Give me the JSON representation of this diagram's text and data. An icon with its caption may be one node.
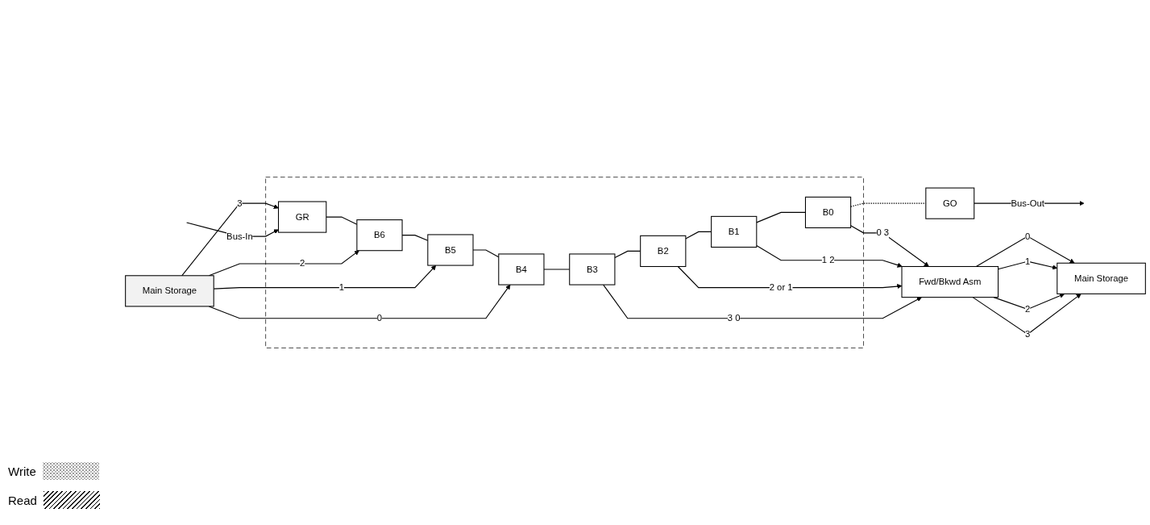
{
  "diagram": {
    "nodes": [
      {
        "text": [
          "Main Storage"
        ]
      },
      {
        "text": [],
        "shape": "box"
      },
      {
        "text": [
          "GR"
        ],
        "in": 1
      },
      {
        "text": [
          "B6"
        ],
        "in": 1
      },
      {
        "text": [
          "B5"
        ],
        "in": 1
      },
      {
        "text": [
          "B4"
        ],
        "in": 1
      },
      {
        "text": [
          "B3"
        ],
        "in": 1
      },
      {
        "text": [
          "B2"
        ],
        "in": 1
      },
      {
        "text": [
          "B1"
        ],
        "in": 1
      },
      {
        "text": [
          "B0"
        ],
        "in": 1
      },
      {
        "text": [
          "GO"
        ]
      },
      {
        "text": [
          "Fwd/Bkwd Asm"
        ]
      },
      {
        "text": [
          "Main Storage"
        ]
      }
    ],
    "edges": [
      {
        "from": null,
        "to": 2,
        "arrow": "to",
        "label": "Bus-In"
      },
      {
        "from": 0,
        "to": 2,
        "arrow": "to",
        "label": "3"
      },
      {
        "from": 0,
        "to": 3,
        "arrow": "to",
        "label": "2"
      },
      {
        "from": 0,
        "to": 4,
        "arrow": "to",
        "label": "1"
      },
      {
        "from": 0,
        "to": 5,
        "arrow": "to",
        "label": "0"
      },
      {
        "from": 2,
        "to": 3,
        "arrow": "none"
      },
      {
        "from": 3,
        "to": 4,
        "arrow": "none"
      },
      {
        "from": 4,
        "to": 5,
        "arrow": "none"
      },
      {
        "from": 5,
        "to": 6,
        "arrow": "none"
      },
      {
        "from": 6,
        "to": 7,
        "arrow": "none"
      },
      {
        "from": 7,
        "to": 8,
        "arrow": "none"
      },
      {
        "from": 8,
        "to": 9,
        "arrow": "none"
      },
      {
        "from": 9,
        "to": 10,
        "arrow": "none",
        "style": "dashed"
      },
      {
        "from": 10,
        "to": null,
        "arrow": "to",
        "label": "Bus-Out"
      },
      {
        "from": 6,
        "to": 11,
        "arrow": "to",
        "label": "3 0"
      },
      {
        "from": 7,
        "to": 11,
        "arrow": "to",
        "label": "2 or 1"
      },
      {
        "from": 8,
        "to": 11,
        "arrow": "to",
        "label": "1 2"
      },
      {
        "from": 9,
        "to": 11,
        "arrow": "to",
        "label": "0 3"
      },
      {
        "from": 11,
        "to": 12,
        "arrow": "to",
        "label": "3"
      },
      {
        "from": 11,
        "to": 12,
        "arrow": "to",
        "label": "2"
      },
      {
        "from": 11,
        "to": 12,
        "arrow": "to",
        "label": "1"
      },
      {
        "from": 11,
        "to": 12,
        "arrow": "to",
        "label": "0"
      }
    ],
    "legend": [
      {
        "text": "Write"
      },
      {
        "text": "Read"
      }
    ]
  }
}
